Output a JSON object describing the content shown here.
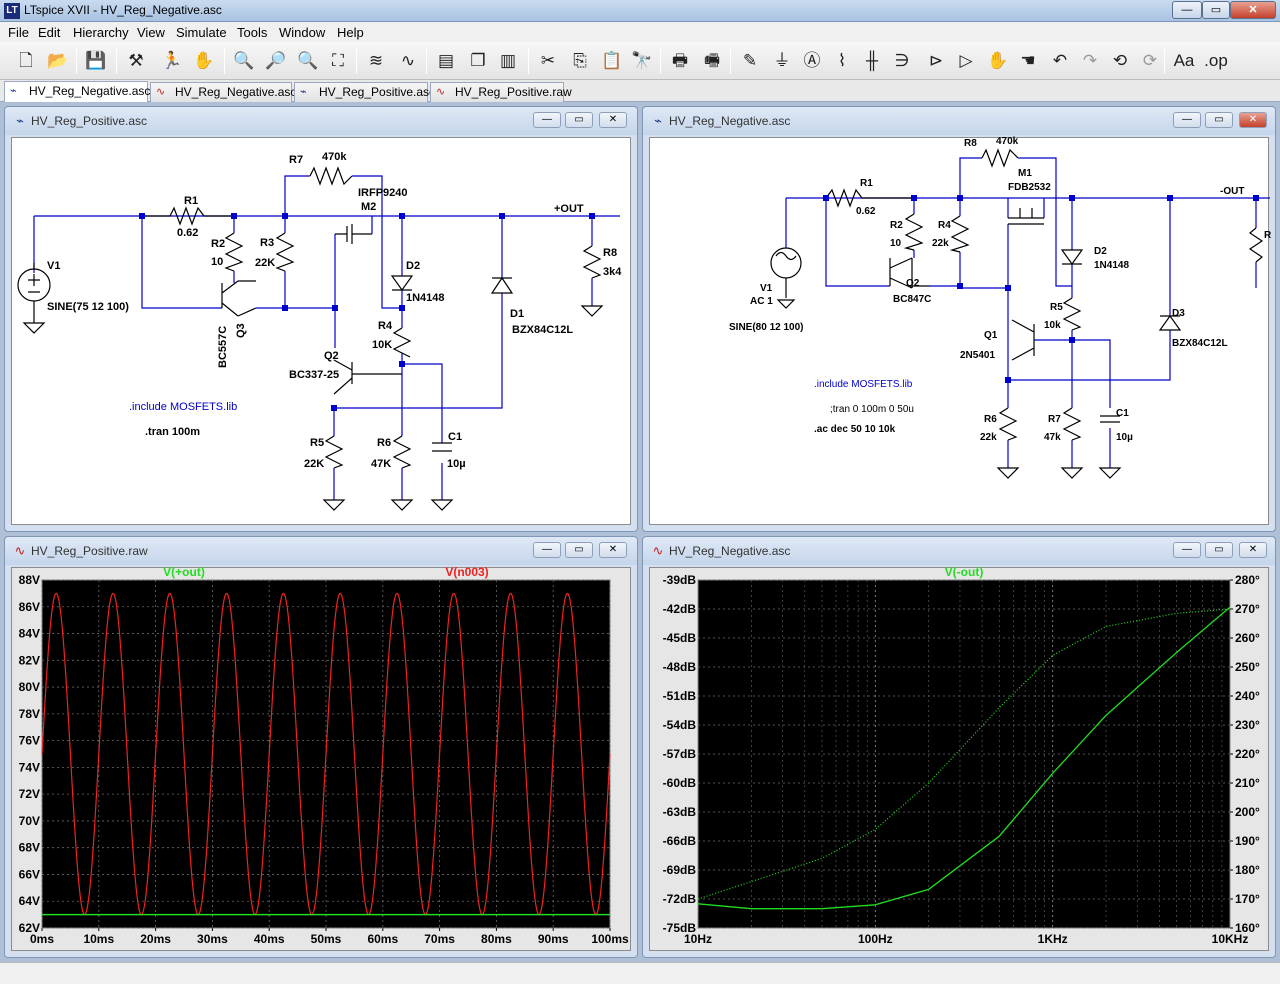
{
  "app": {
    "title": "LTspice XVII - HV_Reg_Negative.asc",
    "icon": "LT",
    "window_buttons": {
      "minimize": "—",
      "maximize": "▭",
      "close": "✕"
    }
  },
  "menu": [
    "File",
    "Edit",
    "Hierarchy",
    "View",
    "Simulate",
    "Tools",
    "Window",
    "Help"
  ],
  "toolbar": {
    "icons": [
      {
        "name": "new-schematic-icon",
        "glyph": "🗋"
      },
      {
        "name": "open-icon",
        "glyph": "📂"
      },
      {
        "name": "save-icon",
        "glyph": "💾"
      },
      {
        "name": "control-panel-icon",
        "glyph": "⚒"
      },
      {
        "name": "run-icon",
        "glyph": "🏃"
      },
      {
        "name": "halt-icon",
        "glyph": "✋"
      },
      {
        "name": "zoom-in-icon",
        "glyph": "🔍"
      },
      {
        "name": "pan-icon",
        "glyph": "🔎"
      },
      {
        "name": "zoom-out-icon",
        "glyph": "🔍"
      },
      {
        "name": "zoom-fit-icon",
        "glyph": "⛶"
      },
      {
        "name": "autorange-icon",
        "glyph": "≋"
      },
      {
        "name": "waveform-icon",
        "glyph": "∿"
      },
      {
        "name": "tile-horizontal-icon",
        "glyph": "▤"
      },
      {
        "name": "cascade-icon",
        "glyph": "❐"
      },
      {
        "name": "tile-vertical-icon",
        "glyph": "▥"
      },
      {
        "name": "cut-icon",
        "glyph": "✂"
      },
      {
        "name": "copy-icon",
        "glyph": "⎘"
      },
      {
        "name": "paste-icon",
        "glyph": "📋"
      },
      {
        "name": "find-icon",
        "glyph": "🔭"
      },
      {
        "name": "print-icon",
        "glyph": "🖶"
      },
      {
        "name": "print-preview-icon",
        "glyph": "🖷"
      },
      {
        "name": "draw-wire-icon",
        "glyph": "✎"
      },
      {
        "name": "ground-icon",
        "glyph": "⏚"
      },
      {
        "name": "label-net-icon",
        "glyph": "Ⓐ"
      },
      {
        "name": "resistor-icon",
        "glyph": "⌇"
      },
      {
        "name": "capacitor-icon",
        "glyph": "╫"
      },
      {
        "name": "inductor-icon",
        "glyph": "∋"
      },
      {
        "name": "diode-icon",
        "glyph": "⊳"
      },
      {
        "name": "component-icon",
        "glyph": "▷"
      },
      {
        "name": "move-icon",
        "glyph": "✋"
      },
      {
        "name": "drag-icon",
        "glyph": "☚"
      },
      {
        "name": "undo-icon",
        "glyph": "↶"
      },
      {
        "name": "redo-icon",
        "glyph": "↷"
      },
      {
        "name": "rotate-icon",
        "glyph": "⟲"
      },
      {
        "name": "mirror-icon",
        "glyph": "⟳"
      },
      {
        "name": "text-icon",
        "glyph": "Aa"
      },
      {
        "name": "spice-directive-icon",
        "glyph": ".op"
      }
    ]
  },
  "tabs": [
    {
      "label": "HV_Reg_Negative.asc",
      "type": "schematic",
      "active": true
    },
    {
      "label": "HV_Reg_Negative.asc",
      "type": "plot",
      "active": false
    },
    {
      "label": "HV_Reg_Positive.asc",
      "type": "schematic",
      "active": false
    },
    {
      "label": "HV_Reg_Positive.raw",
      "type": "plot",
      "active": false
    }
  ],
  "windows": {
    "pos_schematic": {
      "title": "HV_Reg_Positive.asc",
      "labels": {
        "r1": "R1",
        "r1v": "0.62",
        "r2": "R2",
        "r2v": "10",
        "r3": "R3",
        "r3v": "22K",
        "r7": "R7",
        "r7v": "470k",
        "m2": "IRFP9240",
        "m2n": "M2",
        "out": "+OUT",
        "r8": "R8",
        "r8v": "3k4",
        "v1": "V1",
        "v1v": "SINE(75 12 100)",
        "d2": "D2",
        "d2v": "1N4148",
        "d1": "D1",
        "d1v": "BZX84C12L",
        "r4": "R4",
        "r4v": "10K",
        "q2": "Q2",
        "q2v": "BC337-25",
        "q3a": "BC557C",
        "q3": "Q3",
        "inc": ".include MOSFETS.lib",
        "tran": ".tran 100m",
        "r5": "R5",
        "r5v": "22K",
        "r6": "R6",
        "r6v": "47K",
        "c1": "C1",
        "c1v": "10µ"
      }
    },
    "neg_schematic": {
      "title": "HV_Reg_Negative.asc",
      "labels": {
        "r8": "R8",
        "r8v": "470k",
        "m1": "M1",
        "m1v": "FDB2532",
        "out": "-OUT",
        "r1": "R1",
        "r1v": "0.62",
        "r2": "R2",
        "r2v": "10",
        "r4": "R4",
        "r4v": "22k",
        "d2": "D2",
        "d2v": "1N4148",
        "v1": "V1",
        "v1ac": "AC 1",
        "v1v": "SINE(80 12 100)",
        "q2": "Q2",
        "q2v": "BC847C",
        "r5": "R5",
        "r5v": "10k",
        "q1": "Q1",
        "q1v": "2N5401",
        "d3": "D3",
        "d3v": "BZX84C12L",
        "inc": ".include MOSFETS.lib",
        "tran": ";tran 0 100m 0 50u",
        "ac": ".ac dec 50 10 10k",
        "r6": "R6",
        "r6v": "22k",
        "r7": "R7",
        "r7v": "47k",
        "c1": "C1",
        "c1v": "10µ",
        "rtrunc": "R"
      }
    },
    "pos_plot": {
      "title": "HV_Reg_Positive.raw"
    },
    "neg_plot": {
      "title": "HV_Reg_Negative.asc"
    }
  },
  "chart_data": [
    {
      "type": "line",
      "title": "",
      "background": "#000000",
      "x": {
        "ticks": [
          "0ms",
          "10ms",
          "20ms",
          "30ms",
          "40ms",
          "50ms",
          "60ms",
          "70ms",
          "80ms",
          "90ms",
          "100ms"
        ],
        "range": [
          0,
          100
        ],
        "unit": "ms"
      },
      "y": {
        "ticks": [
          "62V",
          "64V",
          "66V",
          "68V",
          "70V",
          "72V",
          "74V",
          "76V",
          "78V",
          "80V",
          "82V",
          "84V",
          "86V",
          "88V"
        ],
        "range": [
          62,
          88
        ],
        "unit": "V"
      },
      "series": [
        {
          "name": "V(+out)",
          "color": "#22dd22",
          "kind": "constant",
          "value": 63.0
        },
        {
          "name": "V(n003)",
          "color": "#ee2222",
          "kind": "sine",
          "offset": 75,
          "amplitude": 12,
          "freq_hz": 100
        }
      ],
      "grid": true
    },
    {
      "type": "line",
      "title": "",
      "background": "#000000",
      "x": {
        "ticks": [
          "10Hz",
          "100Hz",
          "1KHz",
          "10KHz"
        ],
        "range": [
          10,
          10000
        ],
        "scale": "log"
      },
      "y": {
        "ticks": [
          "-75dB",
          "-72dB",
          "-69dB",
          "-66dB",
          "-63dB",
          "-60dB",
          "-57dB",
          "-54dB",
          "-51dB",
          "-48dB",
          "-45dB",
          "-42dB",
          "-39dB"
        ],
        "range": [
          -75,
          -39
        ],
        "unit": "dB"
      },
      "y2": {
        "ticks": [
          "160°",
          "170°",
          "180°",
          "190°",
          "200°",
          "210°",
          "220°",
          "230°",
          "240°",
          "250°",
          "260°",
          "270°",
          "280°"
        ],
        "range": [
          160,
          280
        ],
        "unit": "°"
      },
      "series": [
        {
          "name": "V(-out)",
          "color": "#22dd22",
          "kind": "magnitude",
          "x": [
            10,
            20,
            50,
            100,
            200,
            500,
            1000,
            2000,
            5000,
            10000
          ],
          "y": [
            -72.5,
            -73.0,
            -73.0,
            -72.6,
            -71.0,
            -65.5,
            -59.0,
            -53.0,
            -46.5,
            -41.8
          ]
        },
        {
          "name": "phase",
          "color": "#22dd22",
          "kind": "phase-dotted",
          "x": [
            10,
            20,
            50,
            100,
            200,
            500,
            1000,
            2000,
            5000,
            10000
          ],
          "y": [
            170.0,
            176.0,
            184.0,
            194.0,
            210.0,
            236.0,
            254.0,
            264.0,
            268.5,
            270.0
          ]
        }
      ],
      "grid": true
    }
  ]
}
